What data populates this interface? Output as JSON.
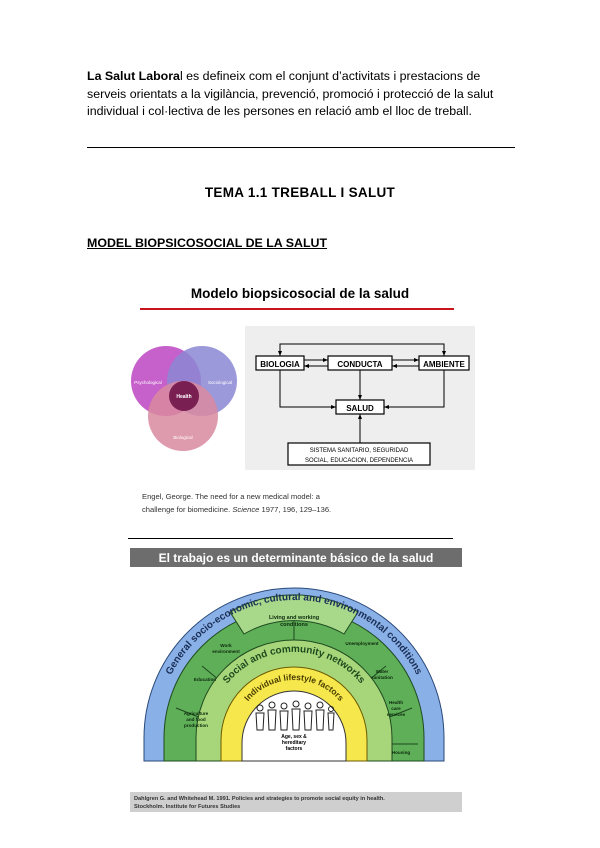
{
  "intro": {
    "bold": "La Salut Labora",
    "text": "l es defineix com el conjunt d’activitats i prestacions de serveis orientats a la vigilància, prevenció, promoció i protecció de la salut individual i col·lectiva de les persones en relació amb el lloc de treball."
  },
  "tema_title": "TEMA 1.1  TREBALL I SALUT",
  "section_title": "MODEL BIOPSICOSOCIAL DE LA SALUT",
  "figure1": {
    "title": "Modelo biopsicosocial de la salud",
    "venn": {
      "left": "Psychological",
      "right": "Sociological",
      "bottom": "Biological",
      "center": "Health"
    },
    "diagram": {
      "biologia": "BIOLOGIA",
      "conducta": "CONDUCTA",
      "ambiente": "AMBIENTE",
      "salud": "SALUD",
      "sistema_line1": "SISTEMA SANITARIO, SEGURIDAD",
      "sistema_line2": "SOCIAL, EDUCACION, DEPENDENCIA"
    },
    "citation_line1": "Engel, George. The need for a new medical model: a",
    "citation_line2_pre": "challenge for biomedicine. ",
    "citation_journal": "Science",
    "citation_line2_post": " 1977, 196, 129–136."
  },
  "figure2": {
    "banner": "El trabajo es un determinante básico de la salud",
    "outer_arc": "General socio-economic, cultural and environmental conditions",
    "living_line1": "Living and working",
    "living_line2": "conditions",
    "segments": {
      "work_env_1": "Work",
      "work_env_2": "environment",
      "education": "Education",
      "agri_1": "Agriculture",
      "agri_2": "and food",
      "agri_3": "production",
      "unemployment": "Unemployment",
      "water_1": "Water",
      "water_2": "sanitation",
      "health_1": "Health",
      "health_2": "care",
      "health_3": "services",
      "housing": "Housing"
    },
    "social_arc": "Social and community networks",
    "lifestyle_arc": "Individual lifestyle factors",
    "core_1": "Age, sex &",
    "core_2": "hereditary",
    "core_3": "factors",
    "citation_line1": "Dahlgren G. and Whitehead M. 1991. Policies and strategies to promote social equity in health.",
    "citation_line2": "Stockholm. Institute for Futures Studies"
  },
  "colors": {
    "venn_psych": "#c04fc4",
    "venn_socio": "#8b87d4",
    "venn_bio": "#d98aa0",
    "venn_center": "#7a1f52",
    "red_rule": "#c8141c",
    "diagram_bg": "#eeeeee",
    "banner_bg": "#6d6d6d",
    "outer_blue": "#8ab0e8",
    "segment_green": "#5fae58",
    "social_green": "#a7d67a",
    "lifestyle_yellow": "#f6e84c",
    "core_white": "#ffffff"
  }
}
